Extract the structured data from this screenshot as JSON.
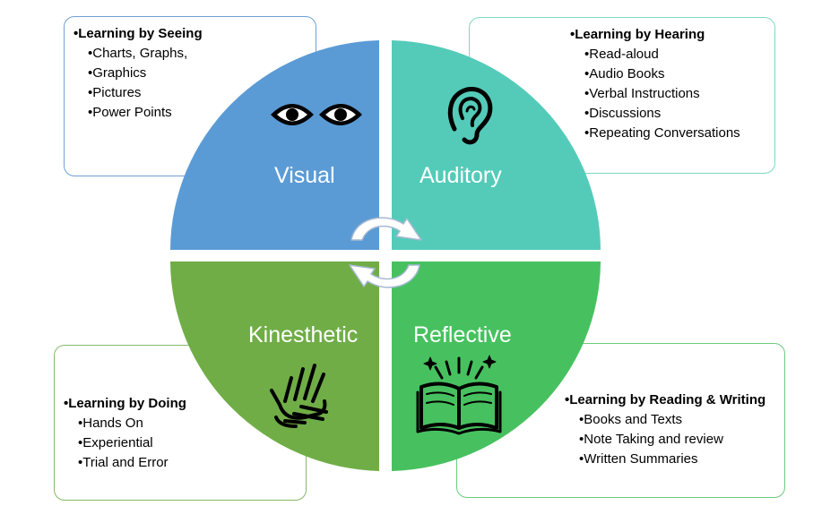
{
  "colors": {
    "visual": "#5b9bd5",
    "auditory": "#54cbb9",
    "kinesthetic": "#70ad47",
    "reflective": "#47c15f"
  },
  "icons": [
    "eyes-icon",
    "ear-icon",
    "hands-icon",
    "open-book-icon",
    "cycle-arrows-icon"
  ],
  "quadrants": {
    "visual": {
      "label": "Visual",
      "box_heading": "•Learning by Seeing",
      "items": [
        "•Charts, Graphs,",
        "•Graphics",
        "•Pictures",
        "•Power Points"
      ]
    },
    "auditory": {
      "label": "Auditory",
      "box_heading": "•Learning by Hearing",
      "items": [
        "•Read-aloud",
        "•Audio Books",
        "•Verbal Instructions",
        "•Discussions",
        "•Repeating Conversations"
      ]
    },
    "kinesthetic": {
      "label": "Kinesthetic",
      "box_heading": "•Learning by Doing",
      "items": [
        "•Hands On",
        "•Experiential",
        "•Trial and Error"
      ]
    },
    "reflective": {
      "label": "Reflective",
      "box_heading": "•Learning by Reading & Writing",
      "items": [
        "•Books and  Texts",
        "•Note Taking and review",
        "•Written Summaries"
      ]
    }
  }
}
